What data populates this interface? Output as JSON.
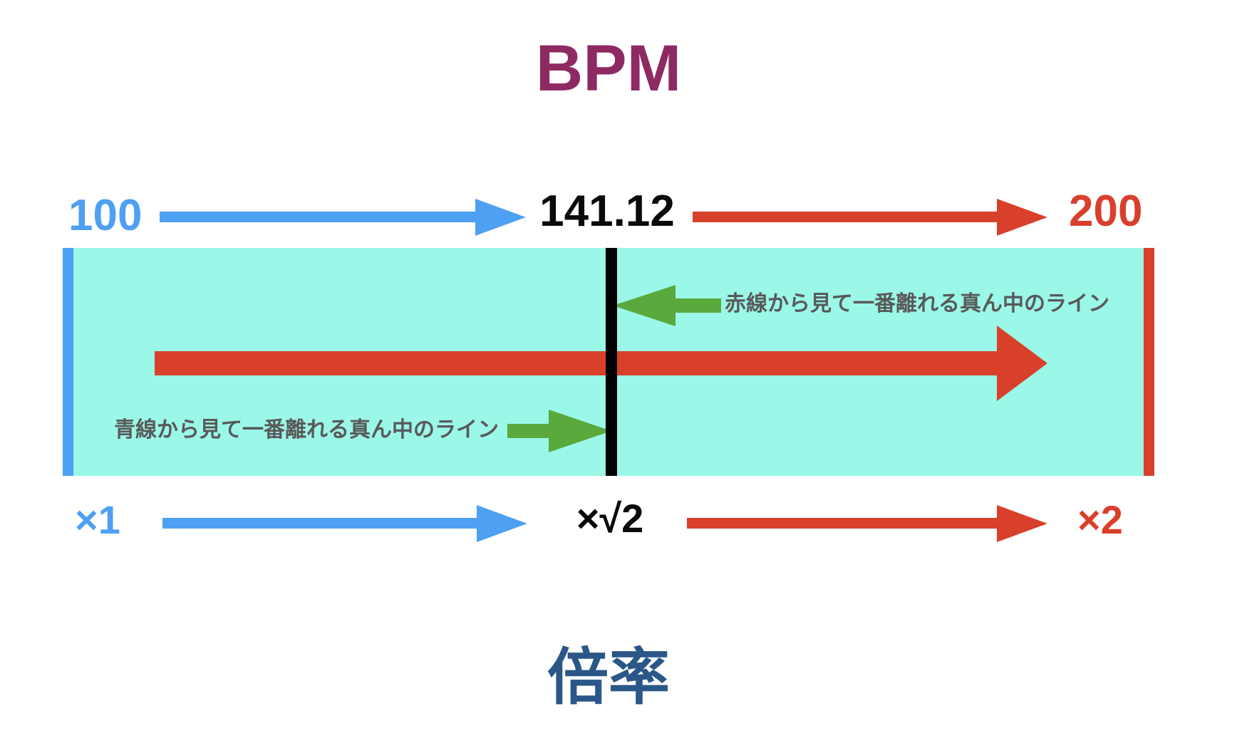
{
  "title": "BPM",
  "footer_title": "倍率",
  "bpm_row": {
    "start": "100",
    "middle": "141.12",
    "end": "200"
  },
  "ratio_row": {
    "start": "×1",
    "middle": "×√2",
    "end": "×2"
  },
  "annotations": {
    "red_note": "赤線から見て一番離れる真ん中のライン",
    "blue_note": "青線から見て一番離れる真ん中のライン"
  },
  "colors": {
    "blue_line": "#4DA0F2",
    "red_line": "#D8402C",
    "green_arrow": "#5AA93C",
    "band_fill": "#9BF7E7",
    "center_line": "#000000",
    "note_text": "#595959",
    "bpm_title": "#8E2A62",
    "ratio_title": "#2A5787"
  }
}
